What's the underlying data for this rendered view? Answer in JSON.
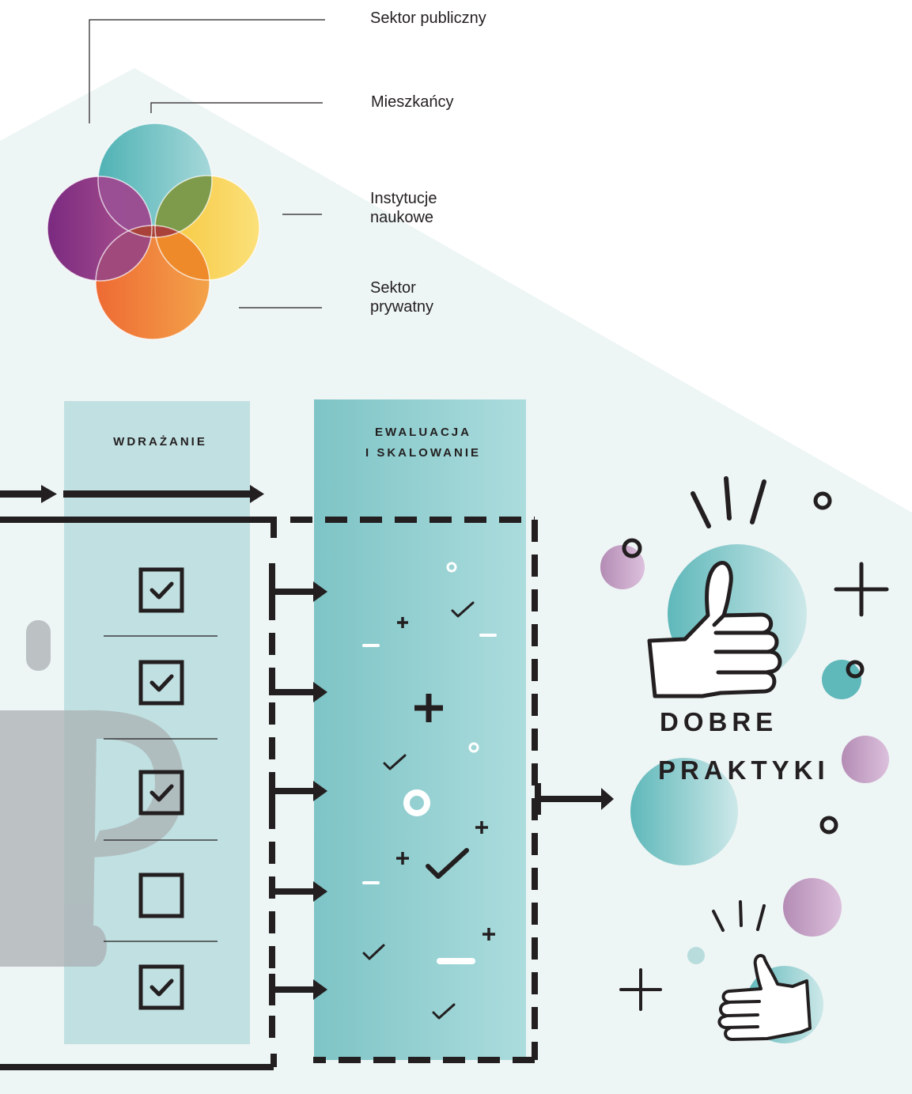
{
  "stakeholders": {
    "public_sector": "Sektor publiczny",
    "residents": "Mieszkańcy",
    "science_line1": "Instytucje",
    "science_line2": "naukowe",
    "private_line1": "Sektor",
    "private_line2": "prywatny"
  },
  "columns": {
    "implementation": "WDRAŻANIE",
    "evaluation_line1": "EWALUACJA",
    "evaluation_line2": "I SKALOWANIE"
  },
  "checklist": [
    true,
    true,
    true,
    false,
    true
  ],
  "result": {
    "line1": "DOBRE",
    "line2": "PRAKTYKI"
  },
  "colors": {
    "background_band": "#eef5f5",
    "implementation_column": "#c1e0e1",
    "evaluation_column": "#8dcdcf",
    "teal": "#5fb8ba",
    "purple": "#c8a6c9",
    "ink": "#231f20",
    "cup": "#a9aeb1"
  },
  "icons": [
    "thumbs-up-icon",
    "checkbox-checked-icon",
    "checkbox-empty-icon",
    "arrow-right-icon",
    "check-icon",
    "plus-icon",
    "minus-icon",
    "ring-icon"
  ]
}
